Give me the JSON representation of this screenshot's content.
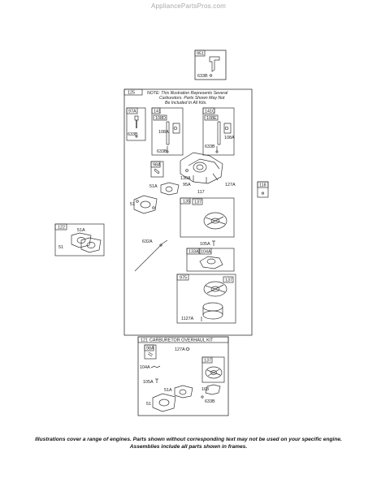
{
  "watermark": "AppliancePartsPros.com",
  "note": {
    "line1": "NOTE: This Illustration Represents Several",
    "line2": "Carburetors. Parts Shown May Not",
    "line3": "Be Included In All Kits."
  },
  "kit_title": "CARBURETOR OVERHAUL KIT",
  "footer": {
    "line1": "Illustrations cover a range of engines. Parts shown without corresponding text may not be used on your specific engine.",
    "line2": "Assemblies include all parts shown in frames."
  },
  "labels": {
    "p951": "951",
    "p633B_top": "633B",
    "p125": "125",
    "p97A": "97A",
    "p633B_left": "633B",
    "p141": "141",
    "p108D": "108D",
    "p108A_1": "108A",
    "p633B_141": "633B",
    "p141C": "141C",
    "p108E": "108E",
    "p108A_2": "108A",
    "p633B_141C": "633B",
    "p98A": "98A",
    "p130A": "130A",
    "p95A": "95A",
    "p117": "117",
    "p127A": "127A",
    "p118": "118",
    "p51A": "51A",
    "p51": "51",
    "p135": "135",
    "p137_1": "137",
    "p105A": "105A",
    "p122": "122",
    "p51A_122": "51A",
    "p51_122": "51",
    "p632A": "632A",
    "p133A": "133A",
    "p104A": "104A",
    "p975": "975",
    "p137_2": "137",
    "p1127A": "1127A",
    "p121": "121",
    "p98A_kit": "98A",
    "p127A_kit": "127A",
    "p104A_kit": "104A",
    "p137_kit": "137",
    "p105A_kit": "105A",
    "p51A_kit": "51A",
    "p163": "163",
    "p51_kit": "51",
    "p633B_kit": "633B"
  }
}
